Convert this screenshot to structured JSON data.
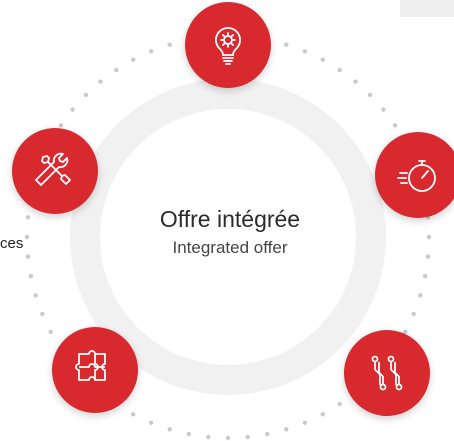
{
  "center": {
    "title": "Offre intégrée",
    "subtitle": "Integrated offer"
  },
  "side_label": "ces",
  "colors": {
    "accent": "#d8292f",
    "ring": "#f1f1f1",
    "dots": "#c9c9c9"
  },
  "nodes": [
    {
      "name": "ideas-node",
      "icon": "lightbulb-gear-icon"
    },
    {
      "name": "speed-node",
      "icon": "stopwatch-icon"
    },
    {
      "name": "technology-node",
      "icon": "circuit-icon"
    },
    {
      "name": "integration-node",
      "icon": "puzzle-icon"
    },
    {
      "name": "services-node",
      "icon": "tools-icon"
    }
  ]
}
